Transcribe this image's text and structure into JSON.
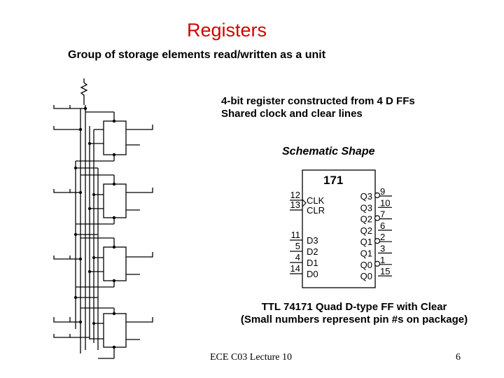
{
  "slide": {
    "title": "Registers",
    "subtitle": "Group of storage elements read/written as a unit",
    "description": [
      "4-bit register constructed from 4 D FFs",
      "Shared clock and clear lines"
    ],
    "schematic_label": "Schematic Shape",
    "caption": [
      "TTL 74171 Quad D-type FF with Clear",
      "(Small numbers represent pin #s on package)"
    ],
    "footer": "ECE C03 Lecture 10",
    "page_number": "6"
  },
  "chip": {
    "part_number": "171",
    "left_pins": [
      {
        "pin": "12",
        "label": "CLK"
      },
      {
        "pin": "13",
        "label": "CLR"
      },
      {
        "pin": "11",
        "label": "D3"
      },
      {
        "pin": "5",
        "label": "D2"
      },
      {
        "pin": "4",
        "label": "D1"
      },
      {
        "pin": "14",
        "label": "D0"
      }
    ],
    "right_pins": [
      {
        "pin": "9",
        "label": "Q3"
      },
      {
        "pin": "10",
        "label": "Q3"
      },
      {
        "pin": "7",
        "label": "Q2"
      },
      {
        "pin": "6",
        "label": "Q2"
      },
      {
        "pin": "2",
        "label": "Q1"
      },
      {
        "pin": "3",
        "label": "Q1"
      },
      {
        "pin": "1",
        "label": "Q0"
      },
      {
        "pin": "15",
        "label": "Q0"
      }
    ]
  },
  "colors": {
    "title": "#d40000",
    "text": "#000000",
    "background": "#ffffff"
  }
}
